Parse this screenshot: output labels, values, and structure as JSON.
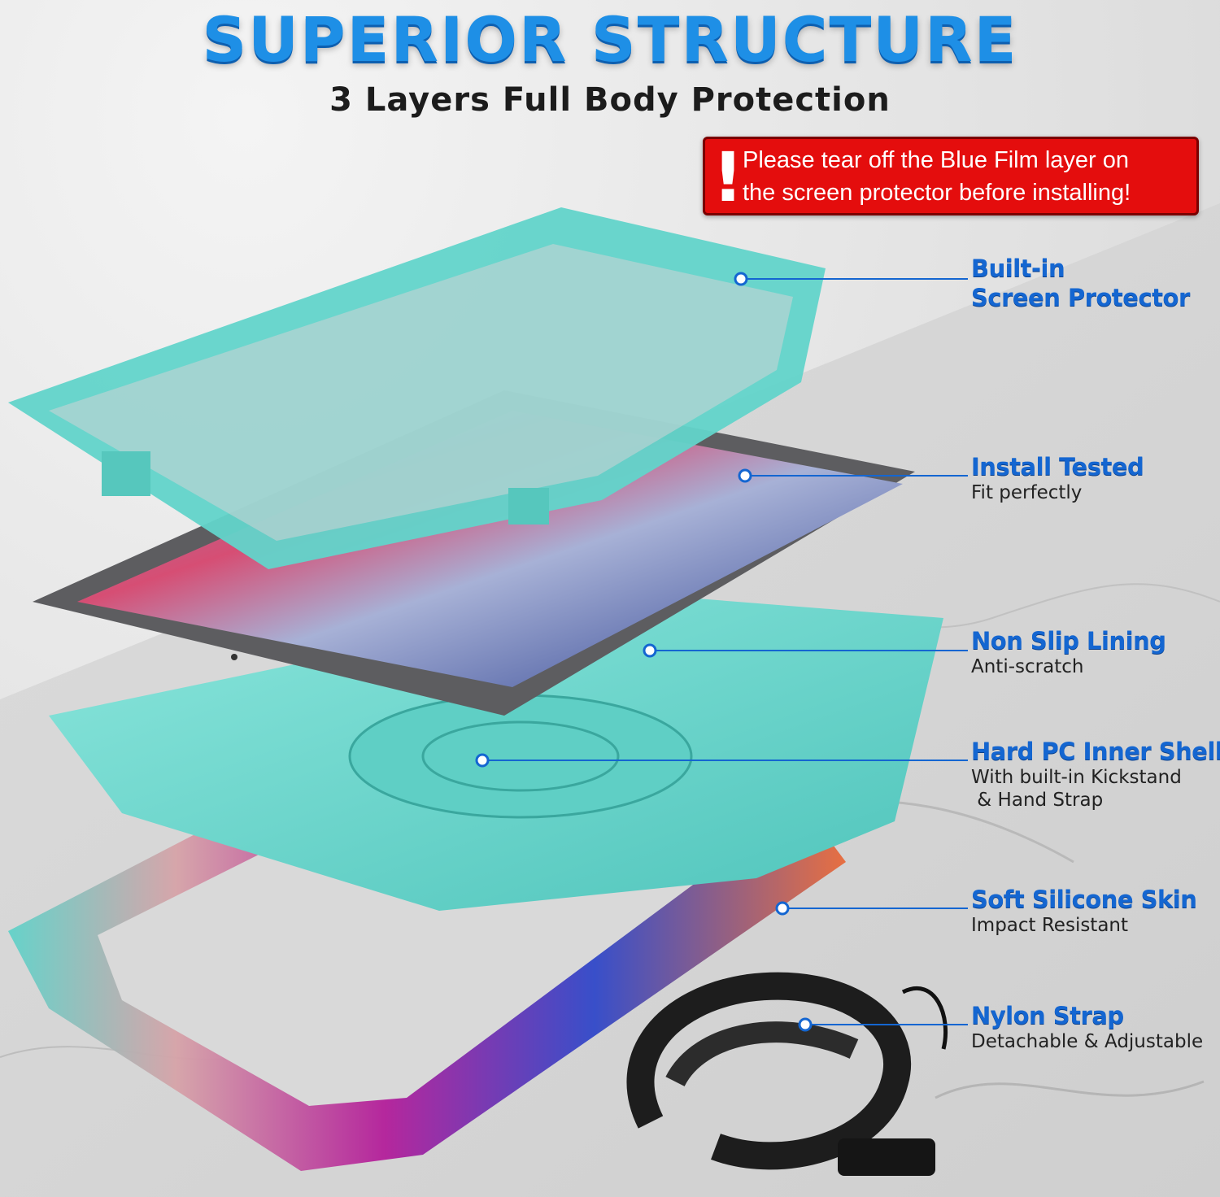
{
  "header": {
    "title": "SUPERIOR STRUCTURE",
    "subtitle": "3 Layers Full Body Protection"
  },
  "warning": {
    "icon": "exclamation-icon",
    "line1": "Please tear off the Blue Film layer on",
    "line2": "the screen protector before installing!"
  },
  "callouts": [
    {
      "title_line1": "Built-in",
      "title_line2": "Screen Protector"
    },
    {
      "title": "Install Tested",
      "subtitle": "Fit perfectly"
    },
    {
      "title": "Non Slip Lining",
      "subtitle": "Anti-scratch"
    },
    {
      "title": "Hard PC Inner Shell",
      "subtitle_line1": "With built-in Kickstand",
      "subtitle_line2": " & Hand Strap"
    },
    {
      "title": "Soft Silicone Skin",
      "subtitle": "Impact Resistant"
    },
    {
      "title": "Nylon Strap",
      "subtitle": "Detachable & Adjustable"
    }
  ],
  "colors": {
    "title_blue": "#1e8fe6",
    "callout_blue": "#1466d1",
    "warning_red": "#e40d0d",
    "case_mint": "#6fd9cf",
    "skin_pink": "#c71f9a"
  }
}
